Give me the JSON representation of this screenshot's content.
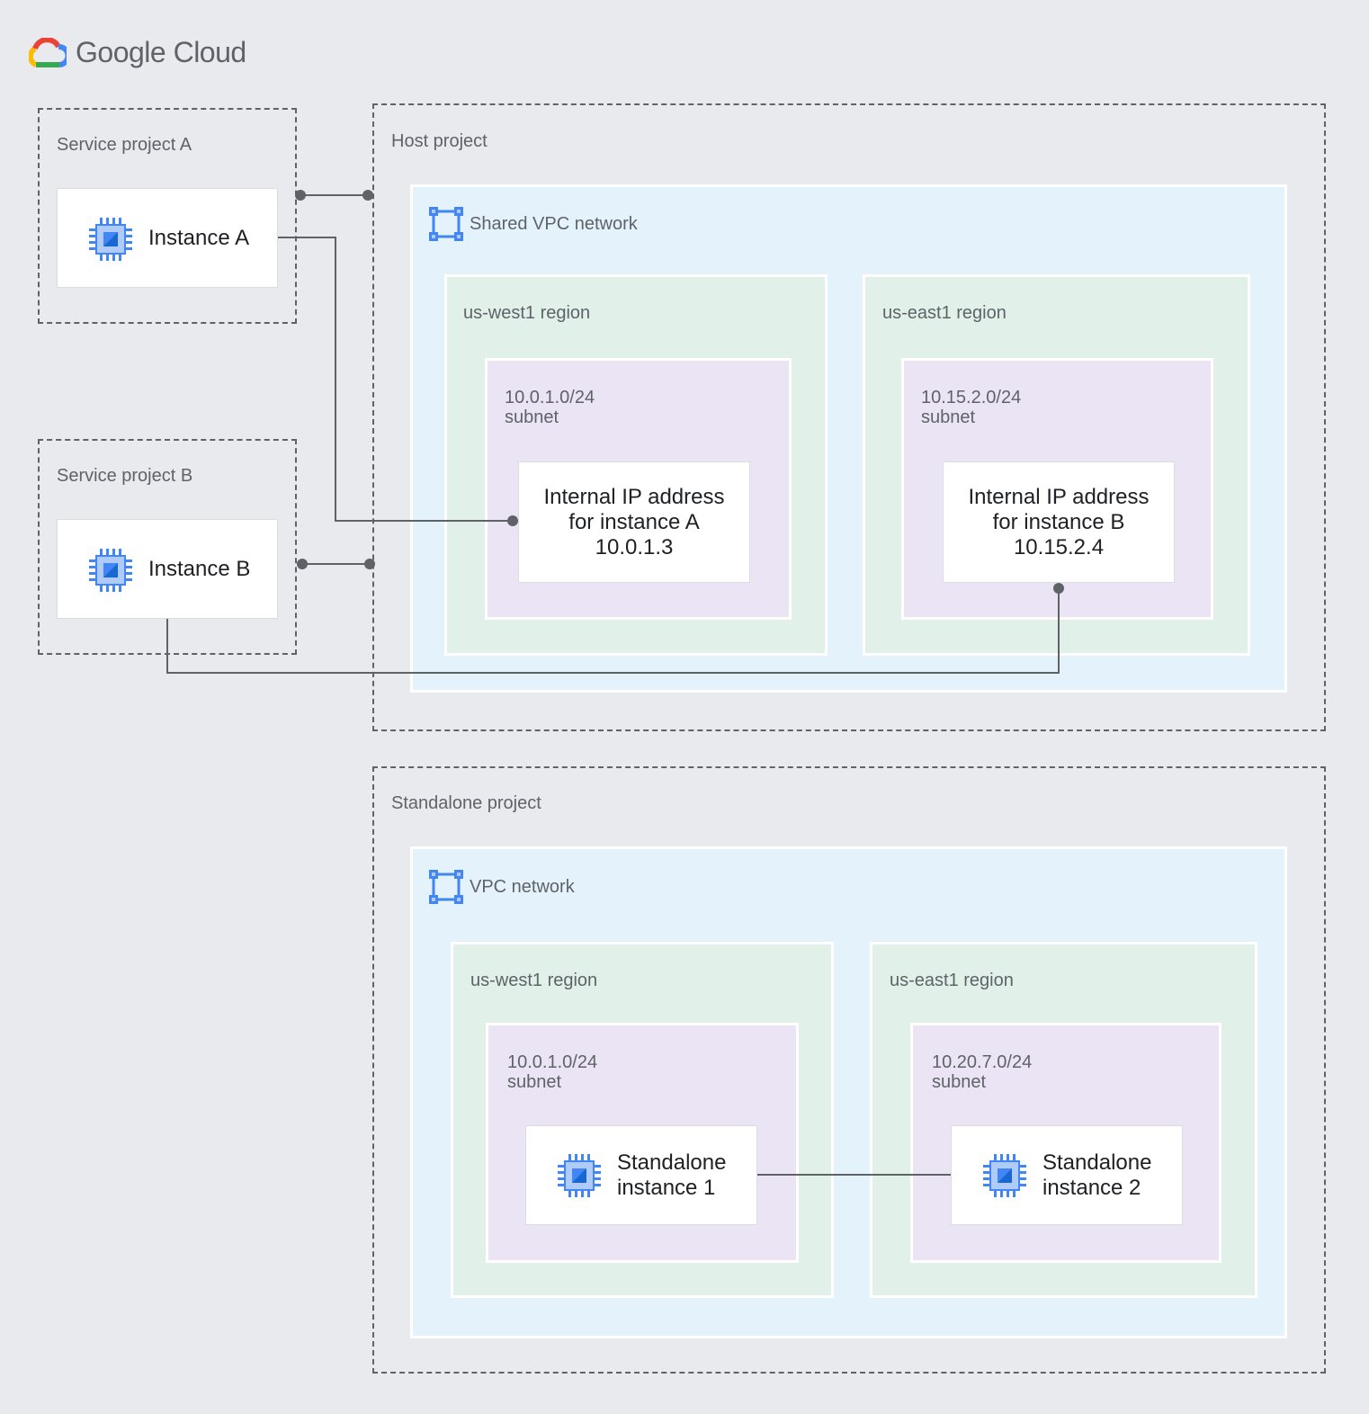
{
  "brand": {
    "name": "Google Cloud",
    "colors": {
      "blue": "#4285f4",
      "red": "#ea4335",
      "yellow": "#fbbc04",
      "green": "#34a853"
    }
  },
  "service_project_a": {
    "label": "Service project A",
    "instance": {
      "label": "Instance A",
      "icon": "compute-engine-icon"
    }
  },
  "service_project_b": {
    "label": "Service project B",
    "instance": {
      "label": "Instance B",
      "icon": "compute-engine-icon"
    }
  },
  "host_project": {
    "label": "Host project",
    "network": {
      "label": "Shared VPC network",
      "icon": "vpc-network-icon"
    },
    "regions": [
      {
        "label": "us-west1 region",
        "subnet": {
          "cidr": "10.0.1.0/24",
          "label": "subnet"
        },
        "ip": {
          "line1": "Internal IP address",
          "line2": "for instance A",
          "line3": "10.0.1.3"
        }
      },
      {
        "label": "us-east1 region",
        "subnet": {
          "cidr": "10.15.2.0/24",
          "label": "subnet"
        },
        "ip": {
          "line1": "Internal IP address",
          "line2": "for instance B",
          "line3": "10.15.2.4"
        }
      }
    ]
  },
  "standalone_project": {
    "label": "Standalone project",
    "network": {
      "label": "VPC network",
      "icon": "vpc-network-icon"
    },
    "regions": [
      {
        "label": "us-west1 region",
        "subnet": {
          "cidr": "10.0.1.0/24",
          "label": "subnet"
        },
        "instance": {
          "line1": "Standalone",
          "line2": "instance 1"
        }
      },
      {
        "label": "us-east1 region",
        "subnet": {
          "cidr": "10.20.7.0/24",
          "label": "subnet"
        },
        "instance": {
          "line1": "Standalone",
          "line2": "instance 2"
        }
      }
    ]
  },
  "colors": {
    "background": "#e8eaed",
    "vpc_fill": "#e3f2fb",
    "region_fill": "#e2f0ea",
    "subnet_fill": "#ebe4f4",
    "connector": "#5f6368"
  }
}
